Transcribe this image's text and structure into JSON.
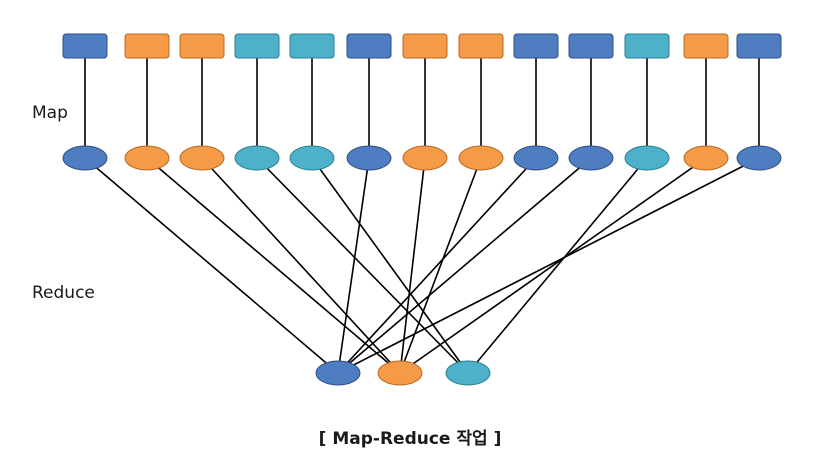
{
  "labels": {
    "map": "Map",
    "reduce": "Reduce",
    "caption": "[ Map-Reduce 작업 ]"
  },
  "colors": {
    "blue": "#4f7dc1",
    "orange": "#f59a46",
    "teal": "#4cb1c9",
    "line": "#000000"
  },
  "inputs": [
    "blue",
    "orange",
    "orange",
    "teal",
    "teal",
    "blue",
    "orange",
    "orange",
    "blue",
    "blue",
    "teal",
    "orange",
    "blue"
  ],
  "reducers": [
    "blue",
    "orange",
    "teal"
  ]
}
